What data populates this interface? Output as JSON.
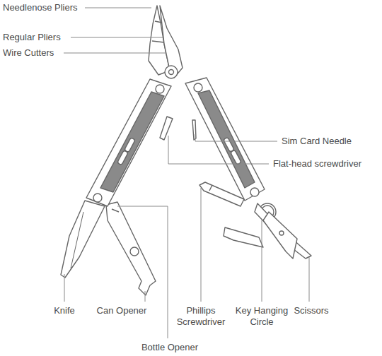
{
  "diagram": {
    "labels": [
      "Needlenose Pliers",
      "Regular Pliers",
      "Wire Cutters",
      "Sim Card Needle",
      "Flat-head screwdriver",
      "Knife",
      "Can Opener",
      "Phillips Screwdriver",
      "Key Hanging Circle",
      "Scissors",
      "Bottle Opener"
    ]
  }
}
